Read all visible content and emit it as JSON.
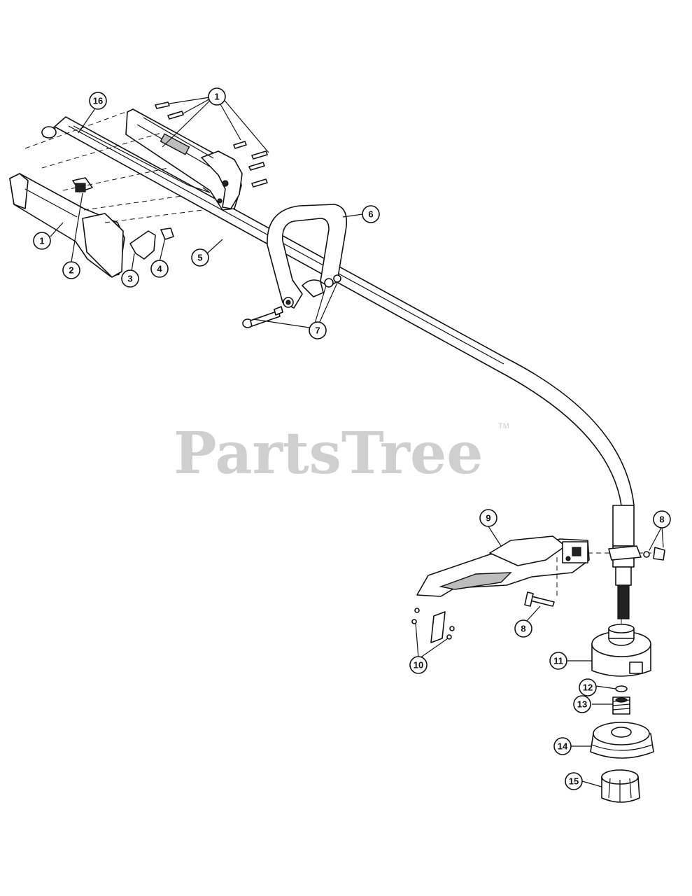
{
  "watermark": {
    "text": "PartsTree",
    "trademark": "TM"
  },
  "callouts": [
    "16",
    "1",
    "1",
    "2",
    "3",
    "4",
    "5",
    "6",
    "7",
    "8",
    "9",
    "8",
    "10",
    "11",
    "12",
    "13",
    "14",
    "15"
  ],
  "colors": {
    "line": "#111111",
    "watermark": "#cfcfcf",
    "background": "#ffffff"
  }
}
